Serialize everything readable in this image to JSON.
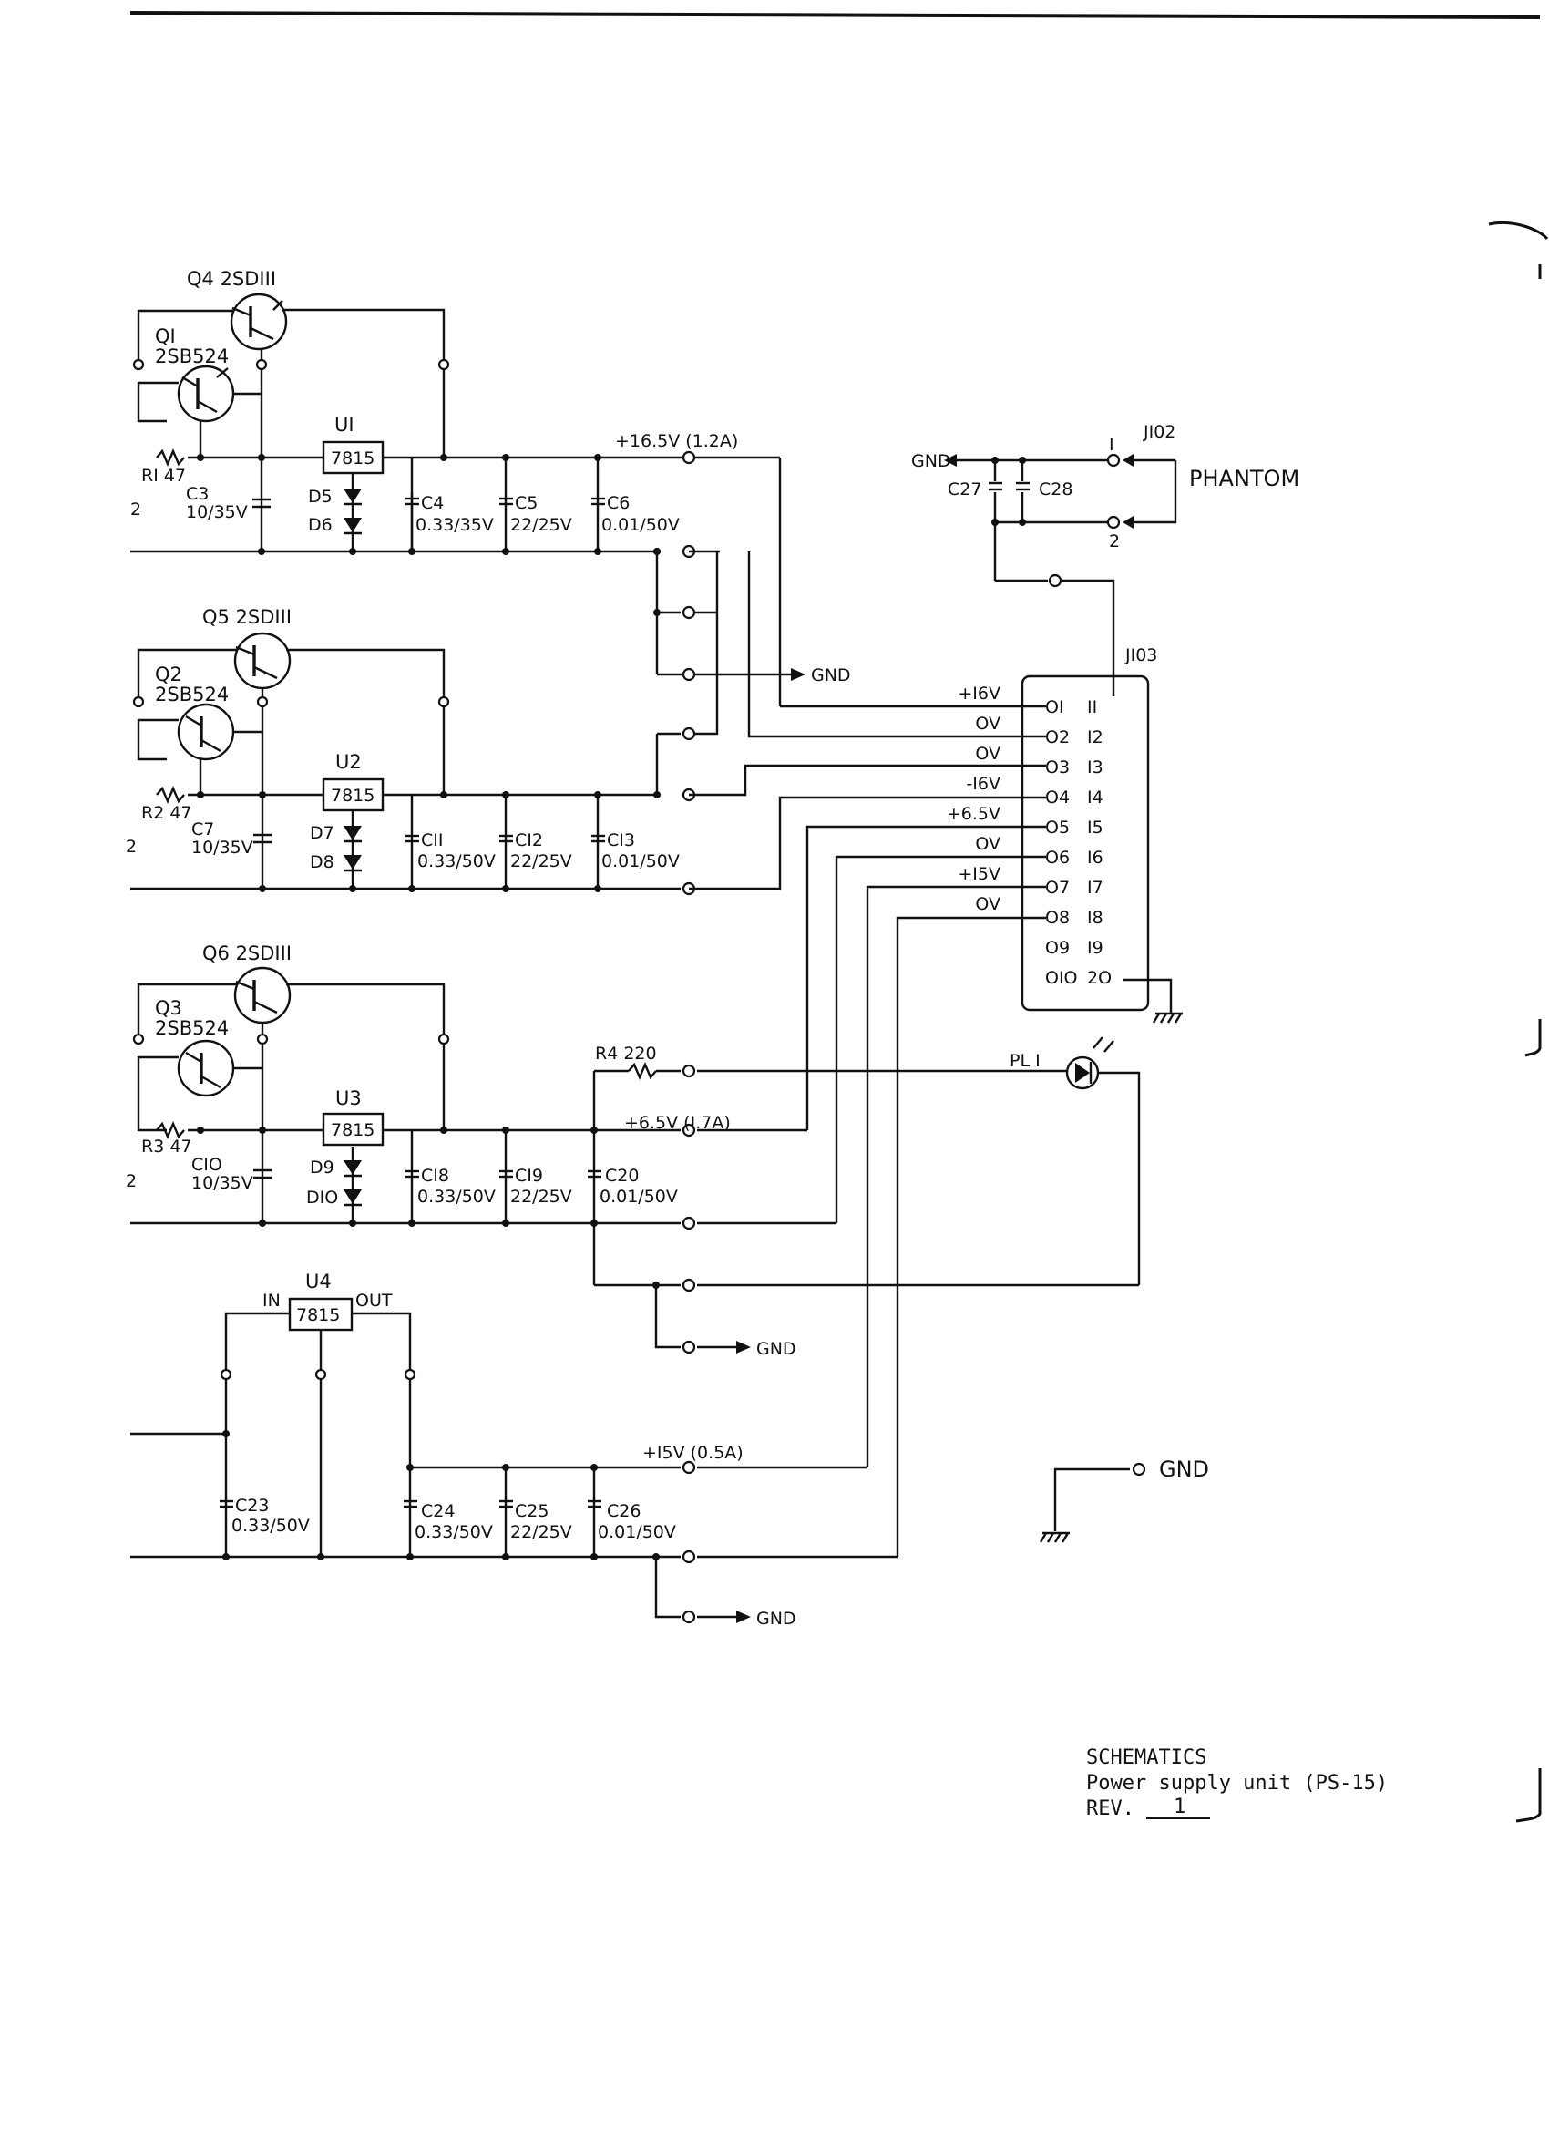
{
  "sheet": {
    "title": "SCHEMATICS",
    "subtitle": "Power supply unit (PS-15)",
    "rev_label": "REV.",
    "rev_value": "1"
  },
  "stages": [
    {
      "power_transistor": "Q4 2SDIII",
      "driver_transistor_ref": "QI",
      "driver_transistor_part": "2SB524",
      "resistor": "RI 47",
      "input_cap_ref": "C3",
      "input_cap_val": "10/35V",
      "regulator_ref": "UI",
      "regulator_part": "7815",
      "diode_a": "D5",
      "diode_b": "D6",
      "caps": [
        {
          "ref": "C4",
          "val": "0.33/35V"
        },
        {
          "ref": "C5",
          "val": "22/25V"
        },
        {
          "ref": "C6",
          "val": "0.01/50V"
        }
      ],
      "output": "+16.5V (1.2A)",
      "edge_mark": "2"
    },
    {
      "power_transistor": "Q5 2SDIII",
      "driver_transistor_ref": "Q2",
      "driver_transistor_part": "2SB524",
      "resistor": "R2 47",
      "input_cap_ref": "C7",
      "input_cap_val": "10/35V",
      "regulator_ref": "U2",
      "regulator_part": "7815",
      "diode_a": "D7",
      "diode_b": "D8",
      "caps": [
        {
          "ref": "CII",
          "val": "0.33/50V"
        },
        {
          "ref": "CI2",
          "val": "22/25V"
        },
        {
          "ref": "CI3",
          "val": "0.01/50V"
        }
      ],
      "edge_mark": "2"
    },
    {
      "power_transistor": "Q6 2SDIII",
      "driver_transistor_ref": "Q3",
      "driver_transistor_part": "2SB524",
      "resistor": "R3 47",
      "input_cap_ref": "CIO",
      "input_cap_val": "10/35V",
      "regulator_ref": "U3",
      "regulator_part": "7815",
      "diode_a": "D9",
      "diode_b": "DIO",
      "caps": [
        {
          "ref": "CI8",
          "val": "0.33/50V"
        },
        {
          "ref": "CI9",
          "val": "22/25V"
        },
        {
          "ref": "C20",
          "val": "0.01/50V"
        }
      ],
      "output": "+6.5V (I.7A)",
      "led_resistor": "R4 220",
      "edge_mark": "2"
    },
    {
      "regulator_ref": "U4",
      "regulator_part": "7815",
      "pin_in": "IN",
      "pin_out": "OUT",
      "caps": [
        {
          "ref": "C23",
          "val": "0.33/50V"
        },
        {
          "ref": "C24",
          "val": "0.33/50V"
        },
        {
          "ref": "C25",
          "val": "22/25V"
        },
        {
          "ref": "C26",
          "val": "0.01/50V"
        }
      ],
      "output": "+I5V (0.5A)"
    }
  ],
  "gnd_label": "GND",
  "connector_j102": {
    "ref": "JI02",
    "pin1": "I",
    "pin2": "2",
    "phantom_label": "PHANTOM",
    "cap_a": "C27",
    "cap_b": "C28"
  },
  "connector_j103": {
    "ref": "JI03",
    "pins_left": [
      "OI",
      "O2",
      "O3",
      "O4",
      "O5",
      "O6",
      "O7",
      "O8",
      "O9",
      "OIO"
    ],
    "pins_right": [
      "II",
      "I2",
      "I3",
      "I4",
      "I5",
      "I6",
      "I7",
      "I8",
      "I9",
      "2O"
    ],
    "signals": [
      "+I6V",
      "OV",
      "OV",
      "-I6V",
      "+6.5V",
      "OV",
      "+I5V",
      "OV"
    ]
  },
  "led": "PL I"
}
